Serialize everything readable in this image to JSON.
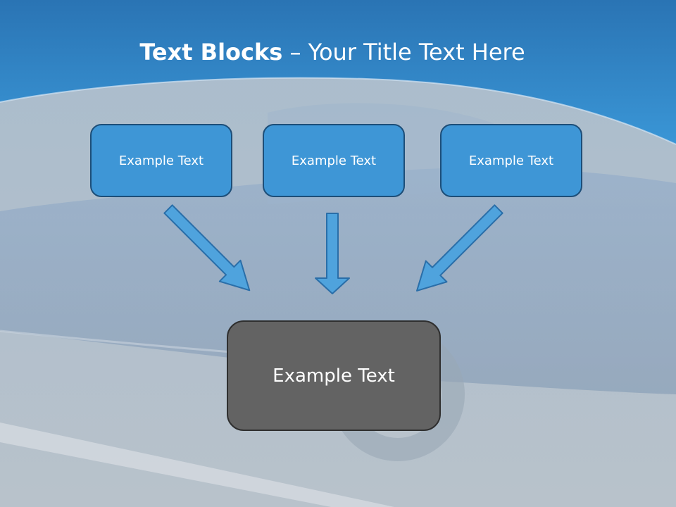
{
  "slide": {
    "title_bold": "Text Blocks",
    "title_dash": " – ",
    "title_rest": "Your Title Text Here",
    "boxes": [
      {
        "label": "Example Text"
      },
      {
        "label": "Example Text"
      },
      {
        "label": "Example Text"
      }
    ],
    "result_box": {
      "label": "Example Text"
    },
    "arrow_count": 3
  },
  "colors": {
    "header_blue": "#2f86c8",
    "box_blue": "#3e96d6",
    "box_border": "#1d4e78",
    "result_gray": "#636363",
    "arrow_fill": "#4fa3dd",
    "arrow_stroke": "#2a6ea8"
  }
}
